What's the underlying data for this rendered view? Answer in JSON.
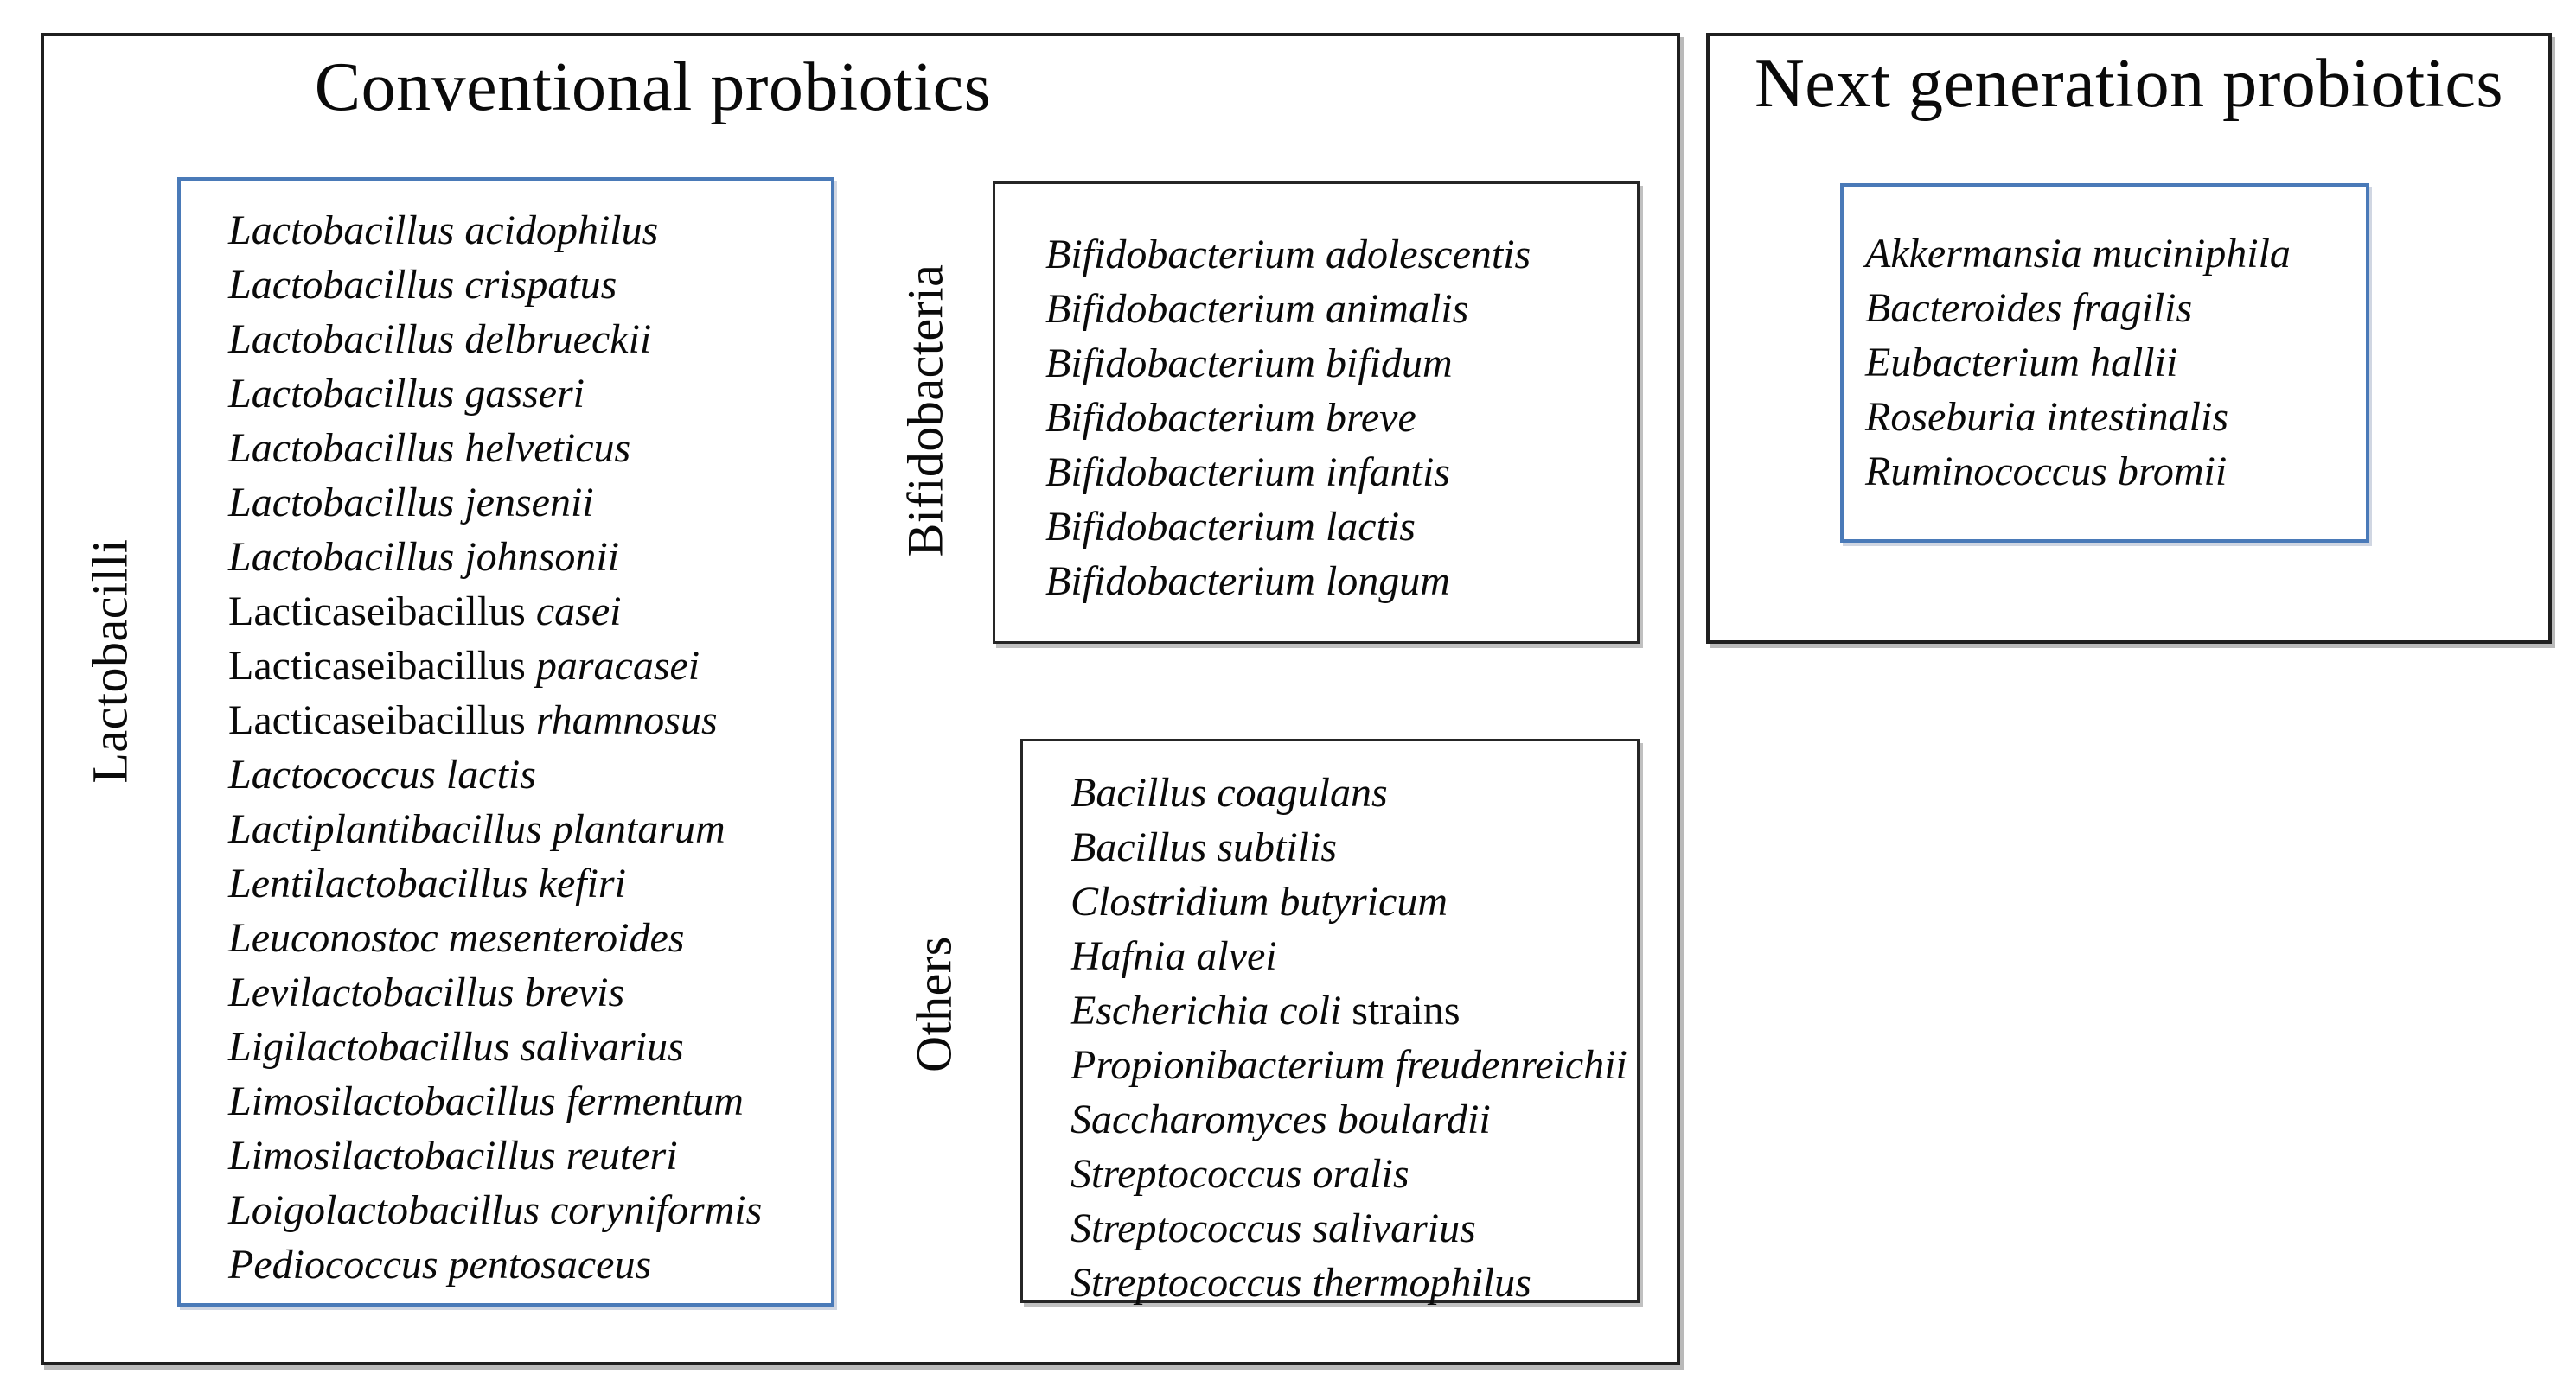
{
  "conventional": {
    "title": "Conventional probiotics",
    "groups": [
      {
        "label": "Lactobacilli",
        "items": [
          [
            {
              "t": "Lactobacillus acidophilus",
              "s": "i"
            }
          ],
          [
            {
              "t": "Lactobacillus crispatus",
              "s": "i"
            }
          ],
          [
            {
              "t": "Lactobacillus delbrueckii",
              "s": "i"
            }
          ],
          [
            {
              "t": "Lactobacillus gasseri",
              "s": "i"
            }
          ],
          [
            {
              "t": "Lactobacillus helveticus",
              "s": "i"
            }
          ],
          [
            {
              "t": "Lactobacillus jensenii",
              "s": "i"
            }
          ],
          [
            {
              "t": "Lactobacillus johnsonii",
              "s": "i"
            }
          ],
          [
            {
              "t": "Lacticaseibacillus",
              "s": "r"
            },
            {
              "t": " casei",
              "s": "i"
            }
          ],
          [
            {
              "t": "Lacticaseibacillus",
              "s": "r"
            },
            {
              "t": " paracasei",
              "s": "i"
            }
          ],
          [
            {
              "t": "Lacticaseibacillus",
              "s": "r"
            },
            {
              "t": " rhamnosus",
              "s": "i"
            }
          ],
          [
            {
              "t": "Lactococcus lactis",
              "s": "i"
            }
          ],
          [
            {
              "t": "Lactiplantibacillus plantarum",
              "s": "i"
            }
          ],
          [
            {
              "t": "Lentilactobacillus kefiri",
              "s": "i"
            }
          ],
          [
            {
              "t": "Leuconostoc mesenteroides",
              "s": "i"
            }
          ],
          [
            {
              "t": "Levilactobacillus brevis",
              "s": "i"
            }
          ],
          [
            {
              "t": "Ligilactobacillus salivarius",
              "s": "i"
            }
          ],
          [
            {
              "t": "Limosilactobacillus fermentum",
              "s": "i"
            }
          ],
          [
            {
              "t": "Limosilactobacillus reuteri",
              "s": "i"
            }
          ],
          [
            {
              "t": "Loigolactobacillus coryniformis",
              "s": "i"
            }
          ],
          [
            {
              "t": "Pediococcus pentosaceus",
              "s": "i"
            }
          ]
        ]
      },
      {
        "label": "Bifidobacteria",
        "items": [
          [
            {
              "t": "Bifidobacterium adolescentis",
              "s": "i"
            }
          ],
          [
            {
              "t": "Bifidobacterium animalis",
              "s": "i"
            }
          ],
          [
            {
              "t": "Bifidobacterium bifidum",
              "s": "i"
            }
          ],
          [
            {
              "t": "Bifidobacterium breve",
              "s": "i"
            }
          ],
          [
            {
              "t": "Bifidobacterium infantis",
              "s": "i"
            }
          ],
          [
            {
              "t": "Bifidobacterium lactis",
              "s": "i"
            }
          ],
          [
            {
              "t": "Bifidobacterium longum",
              "s": "i"
            }
          ]
        ]
      },
      {
        "label": "Others",
        "items": [
          [
            {
              "t": "Bacillus coagulans",
              "s": "i"
            }
          ],
          [
            {
              "t": "Bacillus subtilis",
              "s": "i"
            }
          ],
          [
            {
              "t": "Clostridium butyricum",
              "s": "i"
            }
          ],
          [
            {
              "t": "Hafnia alvei",
              "s": "i"
            }
          ],
          [
            {
              "t": "Escherichia coli",
              "s": "i"
            },
            {
              "t": " strains",
              "s": "r"
            }
          ],
          [
            {
              "t": "Propionibacterium freudenreichii",
              "s": "i"
            }
          ],
          [
            {
              "t": "Saccharomyces boulardii",
              "s": "i"
            }
          ],
          [
            {
              "t": "Streptococcus oralis",
              "s": "i"
            }
          ],
          [
            {
              "t": "Streptococcus salivarius",
              "s": "i"
            }
          ],
          [
            {
              "t": "Streptococcus thermophilus",
              "s": "i"
            }
          ]
        ]
      }
    ]
  },
  "next_gen": {
    "title": "Next generation probiotics",
    "items": [
      [
        {
          "t": "Akkermansia muciniphila",
          "s": "i"
        }
      ],
      [
        {
          "t": "Bacteroides fragilis",
          "s": "i"
        }
      ],
      [
        {
          "t": "Eubacterium hallii",
          "s": "i"
        }
      ],
      [
        {
          "t": "Roseburia intestinalis",
          "s": "i"
        }
      ],
      [
        {
          "t": "Ruminococcus bromii",
          "s": "i"
        }
      ]
    ]
  },
  "colors": {
    "highlight_border": "#4a7ab8",
    "box_border": "#1f1f1f",
    "text": "#0a0a0a",
    "connector_line": "#3f3f3f"
  }
}
